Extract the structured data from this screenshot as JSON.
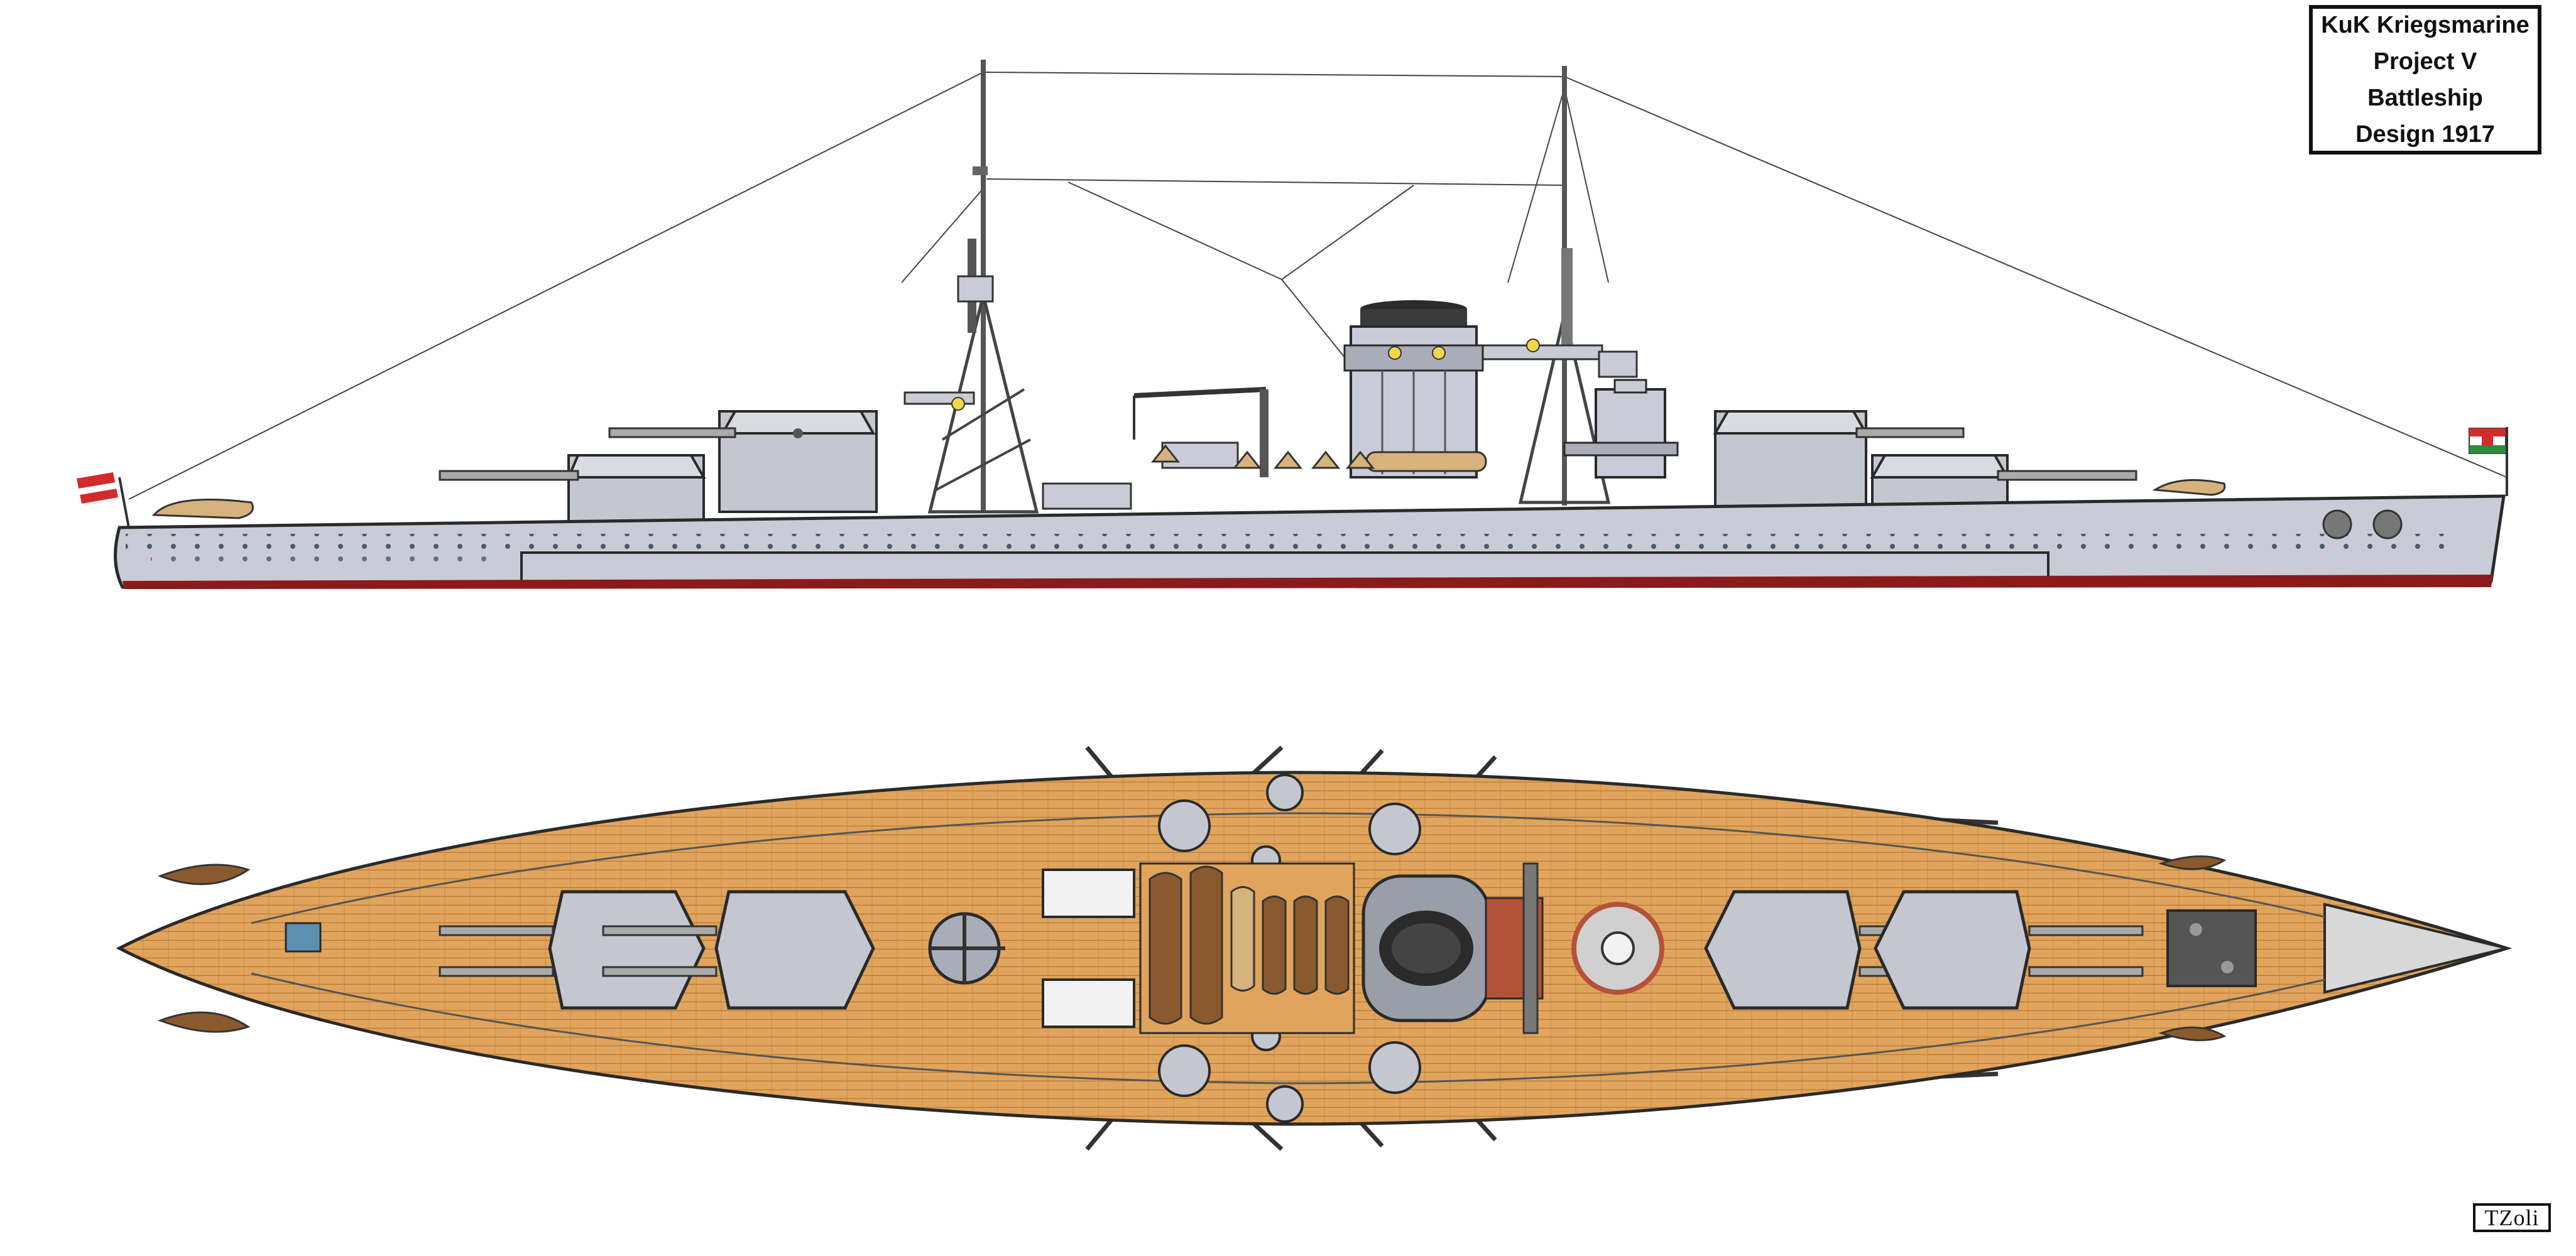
{
  "plate": {
    "title_lines": [
      "KuK Kriegsmarine",
      "Project V",
      "Battleship",
      "Design 1917"
    ],
    "artist_signature": "TZoli"
  },
  "colors": {
    "hull_grey": "#c9ccd6",
    "hull_outline": "#2a2a2a",
    "boot_topping": "#8b1a1a",
    "deck_wood": "#e0a45c",
    "deck_plank_line": "#b87a35",
    "turret_grey": "#c4c7d0",
    "boat_wood": "#8a5a2e",
    "funnel_dark": "#2b2b2b",
    "flag_red": "#d22b2b",
    "flag_white": "#ffffff",
    "flag_green": "#2e8b3c"
  },
  "icons": {
    "ensign_stern": "austria-hungary-ensign-icon",
    "ensign_bow": "naval-jack-icon",
    "main_gun": "twin-gun-turret-icon",
    "searchlight": "searchlight-icon",
    "lifeboat": "lifeboat-icon"
  }
}
